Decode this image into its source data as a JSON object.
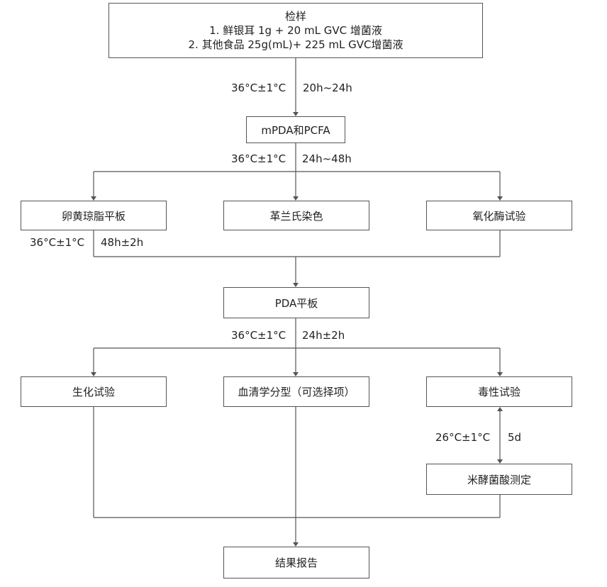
{
  "nodes": {
    "sample": {
      "title": "检样",
      "line1": "1. 鲜银耳 1g + 20 mL GVC 增菌液",
      "line2": "2. 其他食品 25g(mL)+ 225 mL GVC增菌液"
    },
    "mpda": "mPDA和PCFA",
    "egg_yolk": "卵黄琼脂平板",
    "gram": "革兰氏染色",
    "oxidase": "氧化酶试验",
    "pda": "PDA平板",
    "biochem": "生化试验",
    "serology": "血清学分型（可选择项）",
    "toxicity": "毒性试验",
    "bongkrekic": "米酵菌酸测定",
    "report": "结果报告"
  },
  "labels": {
    "step1_temp": "36°C±1°C",
    "step1_time": "20h~24h",
    "step2_temp": "36°C±1°C",
    "step2_time": "24h~48h",
    "step3_temp": "36°C±1°C",
    "step3_time": "48h±2h",
    "step4_temp": "36°C±1°C",
    "step4_time": "24h±2h",
    "step5_temp": "26°C±1°C",
    "step5_time": "5d"
  }
}
